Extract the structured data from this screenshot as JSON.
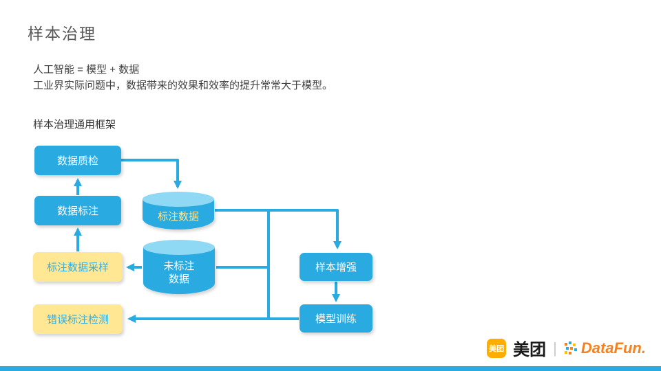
{
  "page": {
    "title": "样本治理",
    "intro_line1": "人工智能 = 模型 + 数据",
    "intro_line2": "工业界实际问题中，数据带来的效果和效率的提升常常大于模型。",
    "section_label": "样本治理通用框架"
  },
  "diagram": {
    "nodes": {
      "quality_check": "数据质检",
      "data_annotation": "数据标注",
      "annotation_sampling": "标注数据采样",
      "error_detection": "错误标注检测",
      "labeled_data": "标注数据",
      "unlabeled_line1": "未标注",
      "unlabeled_line2": "数据",
      "sample_augment": "样本增强",
      "model_training": "模型训练"
    },
    "colors": {
      "box_blue": "#29ABE2",
      "box_yellow": "#FFE793",
      "cylinder_top": "#8FD9F4",
      "arrow": "#29ABE2",
      "yellow_text": "#FFE793",
      "blue_text": "#2FAEE3"
    }
  },
  "footer": {
    "meituan_icon_text": "美团",
    "meituan_text": "美团",
    "divider": "|",
    "datafun_text": "DataFun."
  }
}
